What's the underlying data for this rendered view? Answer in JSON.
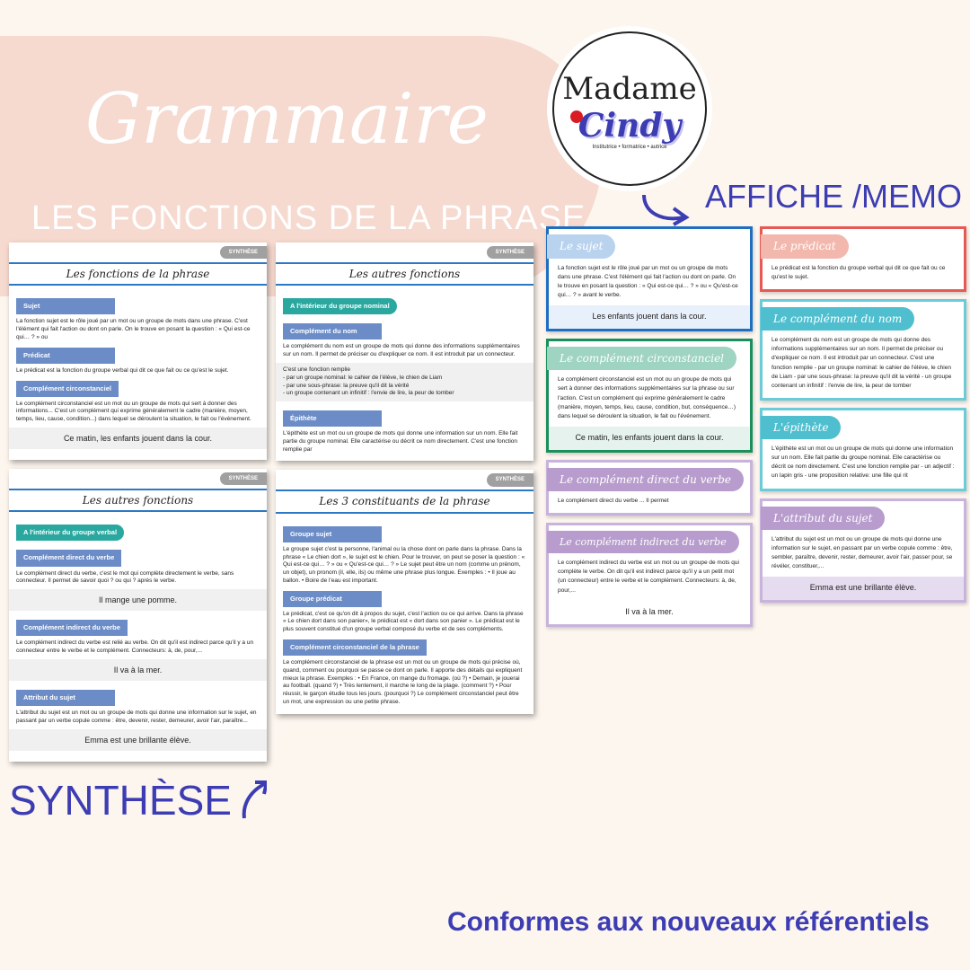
{
  "header": {
    "title": "Grammaire",
    "subtitle": "LES FONCTIONS DE LA PHRASE"
  },
  "logo": {
    "line1": "Madame",
    "line2": "Cindy",
    "tagline": "Institutrice • formatrice • autrice"
  },
  "labels": {
    "affiche": "AFFICHE /MEMO",
    "synthese": "SYNTHÈSE",
    "conformes": "Conformes aux nouveaux référentiels"
  },
  "colors": {
    "accent": "#3d3db3",
    "pink": "#f6d9cf",
    "background": "#fdf6ef"
  },
  "docs": [
    {
      "badge": "SYNTHÈSE",
      "title": "Les fonctions de la phrase",
      "sections": [
        {
          "h": "Sujet",
          "t": "La fonction sujet est le rôle joué par un mot ou un groupe de mots dans une phrase. C'est l'élément qui fait l'action ou dont on parle. On le trouve en posant la question : « Qui est-ce qui… ? » ou"
        },
        {
          "h": "Prédicat",
          "t": "Le prédicat est la fonction du groupe verbal qui dit ce que fait ou ce qu'est le sujet."
        },
        {
          "h": "Complément circonstanciel",
          "t": "Le complément circonstanciel est un mot ou un groupe de mots qui sert à donner des informations... C'est un complément qui exprime généralement le cadre (manière, moyen, temps, lieu, cause, condition...) dans lequel se déroulent la situation, le fait ou l'événement.",
          "ex": "Ce matin, les enfants jouent dans la cour."
        }
      ]
    },
    {
      "badge": "SYNTHÈSE",
      "title": "Les autres fonctions",
      "group": "A l'intérieur du groupe verbal",
      "sections": [
        {
          "h": "Complément direct du verbe",
          "t": "Le complément direct du verbe, c'est le mot qui complète directement le verbe, sans connecteur. Il permet de savoir quoi ? ou qui ? après le verbe.",
          "ex": "Il mange une pomme."
        },
        {
          "h": "Complément indirect du verbe",
          "t": "Le complément indirect du verbe est relié au verbe. On dit qu'il est indirect parce qu'il y a un connecteur entre le verbe et le complément. Connecteurs: à, de, pour,...",
          "ex": "Il va à la mer."
        },
        {
          "h": "Attribut du sujet",
          "t": "L'attribut du sujet est un mot ou un groupe de mots qui donne une information sur le sujet, en passant par un verbe copule comme : être, devenir, rester, demeurer, avoir l'air, paraître...",
          "ex": "Emma est une brillante élève."
        }
      ]
    },
    {
      "badge": "SYNTHÈSE",
      "title": "Les autres fonctions",
      "group": "A l'intérieur du groupe nominal",
      "sections": [
        {
          "h": "Complément du nom",
          "t": "Le complément du nom est un groupe de mots qui donne des informations supplémentaires sur un nom. Il permet de préciser ou d'expliquer ce nom. Il est introduit par un connecteur.",
          "list": [
            "C'est une fonction remplie",
            "- par un groupe nominal: le cahier de l'élève, le chien de Liam",
            "- par une sous-phrase: la preuve qu'il dit la vérité",
            "- un groupe contenant un infinitif : l'envie de lire, la peur de tomber"
          ]
        },
        {
          "h": "Épithète",
          "t": "L'épithète est un mot ou un groupe de mots qui donne une information sur un nom. Elle fait partie du groupe nominal. Elle caractérise ou décrit ce nom directement. C'est une fonction remplie par"
        }
      ]
    },
    {
      "badge": "SYNTHÈSE",
      "title": "Les 3 constituants de la phrase",
      "sections": [
        {
          "h": "Groupe sujet",
          "t": "Le groupe sujet c'est la personne, l'animal ou la chose dont on parle dans la phrase. Dans la phrase « Le chien dort », le sujet est le chien. Pour le trouver, on peut se poser la question : « Qui est-ce qui… ? » ou « Qu'est-ce qui… ? » Le sujet peut être un nom (comme un prénom, un objet), un pronom (il, elle, ils) ou même une phrase plus longue. Exemples : • Il joue au ballon. • Boire de l'eau est important."
        },
        {
          "h": "Groupe prédicat",
          "t": "Le prédicat, c'est ce qu'on dit à propos du sujet, c'est l'action ou ce qui arrive. Dans la phrase « Le chien dort dans son panier», le prédicat est « dort dans son panier ». Le prédicat est le plus souvent constitué d'un groupe verbal composé du verbe et de ses compléments."
        },
        {
          "h": "Complément circonstanciel de la phrase",
          "t": "Le complément circonstanciel de la phrase est un mot ou un groupe de mots qui précise où, quand, comment ou pourquoi se passe ce dont on parle. Il apporte des détails qui expliquent mieux la phrase. Exemples : • En France, on mange du fromage. (où ?) • Demain, je jouerai au football. (quand ?) • Très lentement, il marche le long de la plage. (comment ?) • Pour réussir, le garçon étudie tous les jours. (pourquoi ?) Le complément circonstanciel peut être un mot, une expression ou une petite phrase."
        }
      ]
    }
  ],
  "cards": [
    {
      "title": "Le sujet",
      "color": "#b9d3ef",
      "border": "#1f6fc0",
      "text": "La fonction sujet est le rôle joué par un mot ou un groupe de mots dans une phrase. C'est l'élément qui fait l'action ou dont on parle. On le trouve en posant la question : « Qui est-ce qui… ? » ou « Qu'est-ce qui… ? » avant le verbe.",
      "ex": "Les enfants jouent dans la cour.",
      "exbg": "#e8f0fb"
    },
    {
      "title": "Le prédicat",
      "color": "#f2b8ad",
      "border": "#e65a55",
      "text": "Le prédicat est la fonction du groupe verbal qui dit ce que fait ou ce qu'est le sujet.",
      "ex": "",
      "exbg": "#fff"
    },
    {
      "title": "Le complément circonstanciel",
      "color": "#9fd3c2",
      "border": "#1a8f5c",
      "text": "Le complément circonstanciel est un mot ou un groupe de mots qui sert à donner des informations supplémentaires sur la phrase ou sur l'action. C'est un complément qui exprime généralement le cadre (manière, moyen, temps, lieu, cause, condition, but, conséquence…) dans lequel se déroulent la situation, le fait ou l'événement.",
      "ex": "Ce matin, les enfants jouent dans la cour.",
      "exbg": "#e6f2ee"
    },
    {
      "title": "Le complément direct du verbe",
      "color": "#b89ccd",
      "border": "#c8b3dc",
      "text": "Le complément direct du verbe ... Il permet",
      "ex": "",
      "exbg": "#fff"
    },
    {
      "title": "Le complément du nom",
      "color": "#4fbfcf",
      "border": "#6ccbd8",
      "text": "Le complément du nom est un groupe de mots qui donne des informations supplémentaires sur un nom. Il permet de préciser ou d'expliquer ce nom. Il est introduit par un connecteur. C'est une fonction remplie - par un groupe nominal: le cahier de l'élève, le chien de Liam - par une sous-phrase: la preuve qu'il dit la vérité - un groupe contenant un infinitif : l'envie de lire, la peur de tomber",
      "ex": "",
      "exbg": "#fff"
    },
    {
      "title": "L'épithète",
      "color": "#4fbfcf",
      "border": "#6ccbd8",
      "text": "L'épithète est un mot ou un groupe de mots qui donne une information sur un nom. Elle fait partie du groupe nominal. Elle caractérise ou décrit ce nom directement. C'est une fonction remplie par - un adjectif : un lapin gris - une proposition relative: une fille qui rit",
      "ex": "",
      "exbg": "#fff"
    },
    {
      "title": "Le complément indirect du verbe",
      "color": "#b89ccd",
      "border": "#c8b3dc",
      "text": "Le complément indirect du verbe est un mot ou un groupe de mots qui complète le verbe. On dit qu'il est indirect parce qu'il y a un petit mot (un connecteur) entre le verbe et le complément. Connecteurs: à, de, pour,...",
      "ex": "Il va à la mer.",
      "exbg": "#fff"
    },
    {
      "title": "L'attribut du sujet",
      "color": "#b89ccd",
      "border": "#c8b3dc",
      "text": "L'attribut du sujet est un mot ou un groupe de mots qui donne une information sur le sujet, en passant par un verbe copule comme : être, sembler, paraître, devenir, rester, demeurer, avoir l'air, passer pour, se révéler, constituer,...",
      "ex": "Emma est une brillante élève.",
      "exbg": "#e6dcef"
    }
  ]
}
